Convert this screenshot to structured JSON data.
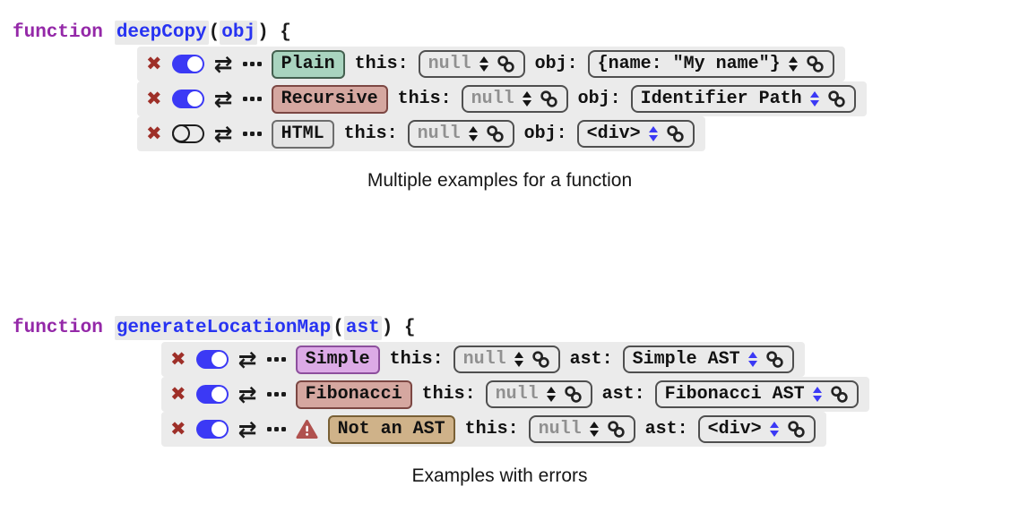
{
  "colors": {
    "keyword": "#9428a8",
    "identifier": "#2733f2",
    "identifier_highlight": "#e9e9e9",
    "row_background": "#ebebeb",
    "toggle_on": "#3b39f5",
    "delete_x": "#9e2f28",
    "warning": "#b0514e",
    "stepper_plain": "#141414",
    "stepper_reference": "#3b39f5",
    "null_text": "#909090",
    "badge_plain": "#a9d4bf",
    "badge_recursive": "#d5a7a0",
    "badge_html": "#e4e4e4",
    "badge_simple": "#dcaae6",
    "badge_fibonacci": "#d5a7a0",
    "badge_not_an_ast": "#cfb289"
  },
  "icons": {
    "delete": "✖",
    "swap": "⇄",
    "more": "⋯ (three square dots)",
    "stepper": "▲▼",
    "link": "chain (two interlocked rings)",
    "warning": "filled triangle with exclamation",
    "toggle": "switch pill"
  },
  "blocks": [
    {
      "code": {
        "keyword": "function",
        "name": "deepCopy",
        "open": "(",
        "param": "obj",
        "close": ") {"
      },
      "rows": [
        {
          "label": "Plain",
          "enabled": true,
          "error": false,
          "params": [
            {
              "name": "this:",
              "value": "null",
              "is_null": true,
              "stepper": "black"
            },
            {
              "name": "obj:",
              "value": "{name: \"My name\"}",
              "is_null": false,
              "stepper": "black"
            }
          ]
        },
        {
          "label": "Recursive",
          "enabled": true,
          "error": false,
          "params": [
            {
              "name": "this:",
              "value": "null",
              "is_null": true,
              "stepper": "black"
            },
            {
              "name": "obj:",
              "value": "Identifier Path",
              "is_null": false,
              "stepper": "blue"
            }
          ]
        },
        {
          "label": "HTML",
          "enabled": false,
          "error": false,
          "params": [
            {
              "name": "this:",
              "value": "null",
              "is_null": true,
              "stepper": "black"
            },
            {
              "name": "obj:",
              "value": "<div>",
              "is_null": false,
              "stepper": "blue"
            }
          ]
        }
      ],
      "caption": "Multiple examples for a function"
    },
    {
      "code": {
        "keyword": "function",
        "name": "generateLocationMap",
        "open": "(",
        "param": "ast",
        "close": ") {"
      },
      "rows": [
        {
          "label": "Simple",
          "enabled": true,
          "error": false,
          "params": [
            {
              "name": "this:",
              "value": "null",
              "is_null": true,
              "stepper": "black"
            },
            {
              "name": "ast:",
              "value": "Simple AST",
              "is_null": false,
              "stepper": "blue"
            }
          ]
        },
        {
          "label": "Fibonacci",
          "enabled": true,
          "error": false,
          "params": [
            {
              "name": "this:",
              "value": "null",
              "is_null": true,
              "stepper": "black"
            },
            {
              "name": "ast:",
              "value": "Fibonacci AST",
              "is_null": false,
              "stepper": "blue"
            }
          ]
        },
        {
          "label": "Not an AST",
          "enabled": true,
          "error": true,
          "params": [
            {
              "name": "this:",
              "value": "null",
              "is_null": true,
              "stepper": "black"
            },
            {
              "name": "ast:",
              "value": "<div>",
              "is_null": false,
              "stepper": "blue"
            }
          ]
        }
      ],
      "caption": "Examples with errors"
    }
  ]
}
